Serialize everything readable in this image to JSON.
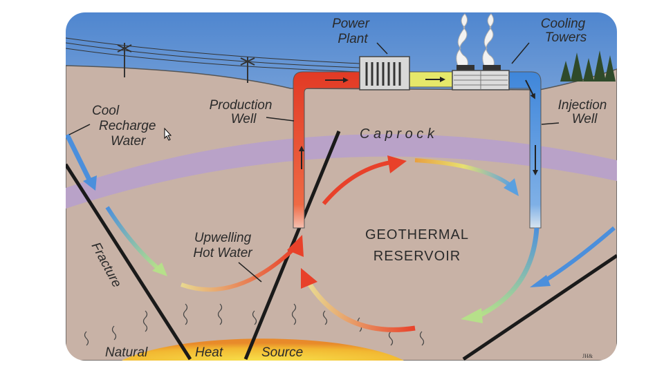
{
  "diagram": {
    "labels": {
      "power_plant": [
        "Power",
        "Plant"
      ],
      "cooling_towers": [
        "Cooling",
        "Towers"
      ],
      "cool_recharge": [
        "Cool",
        "Recharge",
        "Water"
      ],
      "production_well": [
        "Production",
        "Well"
      ],
      "injection_well": [
        "Injection",
        "Well"
      ],
      "caprock": "C a p r o c k",
      "upwelling": [
        "Upwelling",
        "Hot Water"
      ],
      "reservoir": [
        "GEOTHERMAL",
        "RESERVOIR"
      ],
      "fracture": "Fracture",
      "heat_source": [
        "Natural",
        "Heat",
        "Source"
      ],
      "credit": "JH&"
    },
    "colors": {
      "sky_top": "#4f86cf",
      "ground": "#c8b2a6",
      "caprock": "#b9a2c8",
      "hot": "#e8412a",
      "cold": "#4b8fdc",
      "heat": "#f2b731"
    }
  }
}
